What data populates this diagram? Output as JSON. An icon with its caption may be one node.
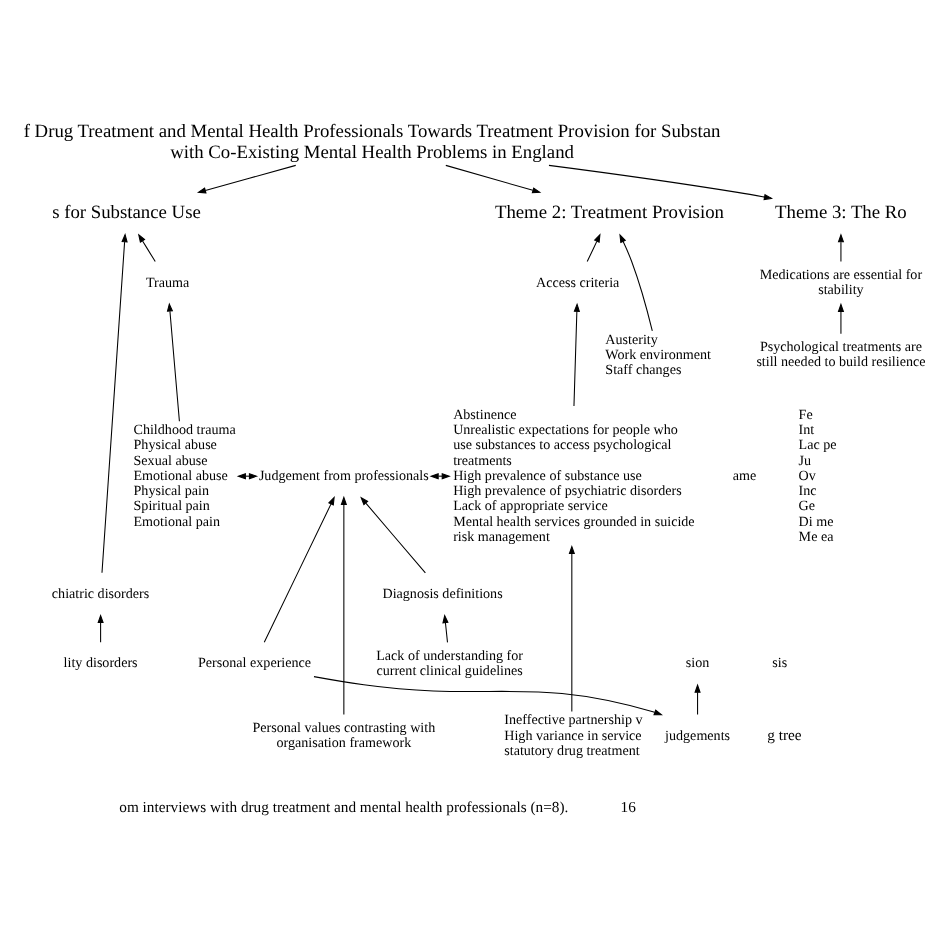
{
  "diagram": {
    "nodes": [
      {
        "text": [
          "f Drug Treatment and Mental Health Professionals Towards Treatment Provision for Substan with Co-Existing Mental Health Problems in England"
        ]
      },
      {
        "text": [
          "s for Substance Use"
        ]
      },
      {
        "text": [
          "Theme 2: Treatment Provision"
        ]
      },
      {
        "text": [
          "Theme 3: The Ro"
        ]
      },
      {
        "text": [
          "Trauma"
        ]
      },
      {
        "text": [
          "Austerity",
          "Work environment",
          "Staff changes"
        ]
      },
      {
        "text": [
          "Access criteria"
        ]
      },
      {
        "text": [
          "Medications are essential for stability"
        ]
      },
      {
        "text": [
          "Psychological treatments are still needed to build resilience"
        ]
      },
      {
        "text": [
          "ame"
        ]
      },
      {
        "text": [
          "Childhood trauma",
          "Physical abuse",
          "Sexual abuse",
          "Emotional abuse",
          "Physical pain",
          "Spiritual pain",
          "Emotional pain"
        ]
      },
      {
        "text": [
          "Judgement from professionals"
        ]
      },
      {
        "text": [
          "Abstinence",
          "Unrealistic expectations for people who use substances to access psychological treatments",
          "High prevalence of substance use",
          "High prevalence of psychiatric disorders",
          "Lack of appropriate service",
          "Mental health services grounded in suicide risk management"
        ]
      },
      {
        "text": [
          "Fe",
          "Int",
          "Lac pe",
          "Ju",
          "Ov",
          "Inc",
          "Ge",
          "Di me",
          "Me ea"
        ]
      },
      {
        "text": [
          "chiatric disorders"
        ]
      },
      {
        "text": [
          "Diagnosis definitions"
        ]
      },
      {
        "text": [
          "lity disorders"
        ]
      },
      {
        "text": [
          "sis"
        ]
      },
      {
        "text": [
          "Personal experience"
        ]
      },
      {
        "text": [
          "Lack of understanding for current clinical guidelines"
        ]
      },
      {
        "text": [
          "sion"
        ]
      },
      {
        "text": [
          "Ineffective partnership v",
          "High variance in service statutory drug treatment"
        ]
      },
      {
        "text": [
          "Personal values contrasting with organisation framework"
        ]
      },
      {
        "text": [
          "judgements"
        ]
      }
    ],
    "edges": [
      {
        "from": 0,
        "to": 1,
        "arrow": "to"
      },
      {
        "from": 0,
        "to": 2,
        "arrow": "to"
      },
      {
        "from": 0,
        "to": 3,
        "arrow": "to"
      },
      {
        "from": 4,
        "to": 1,
        "arrow": "to"
      },
      {
        "from": 14,
        "to": 1,
        "arrow": "to"
      },
      {
        "from": 10,
        "to": 4,
        "arrow": "to"
      },
      {
        "from": 5,
        "to": 2,
        "arrow": "to"
      },
      {
        "from": 6,
        "to": 2,
        "arrow": "to"
      },
      {
        "from": 12,
        "to": 6,
        "arrow": "to"
      },
      {
        "from": 7,
        "to": 3,
        "arrow": "to"
      },
      {
        "from": 8,
        "to": 7,
        "arrow": "to"
      },
      {
        "from": 10,
        "to": 11,
        "arrow": "both"
      },
      {
        "from": 11,
        "to": 12,
        "arrow": "both"
      },
      {
        "from": 22,
        "to": 11,
        "arrow": "to"
      },
      {
        "from": 15,
        "to": 11,
        "arrow": "to"
      },
      {
        "from": 19,
        "to": 15,
        "arrow": "to"
      },
      {
        "from": 18,
        "to": 11,
        "arrow": "to"
      },
      {
        "from": 18,
        "to": 23,
        "arrow": "to"
      },
      {
        "from": 16,
        "to": 14,
        "arrow": "to"
      },
      {
        "from": 23,
        "to": 20,
        "arrow": "to"
      },
      {
        "from": 21,
        "to": 12,
        "arrow": "to"
      }
    ],
    "labels": [
      "g tree",
      "om interviews with drug treatment and mental health professionals (n=8).",
      "16"
    ]
  }
}
